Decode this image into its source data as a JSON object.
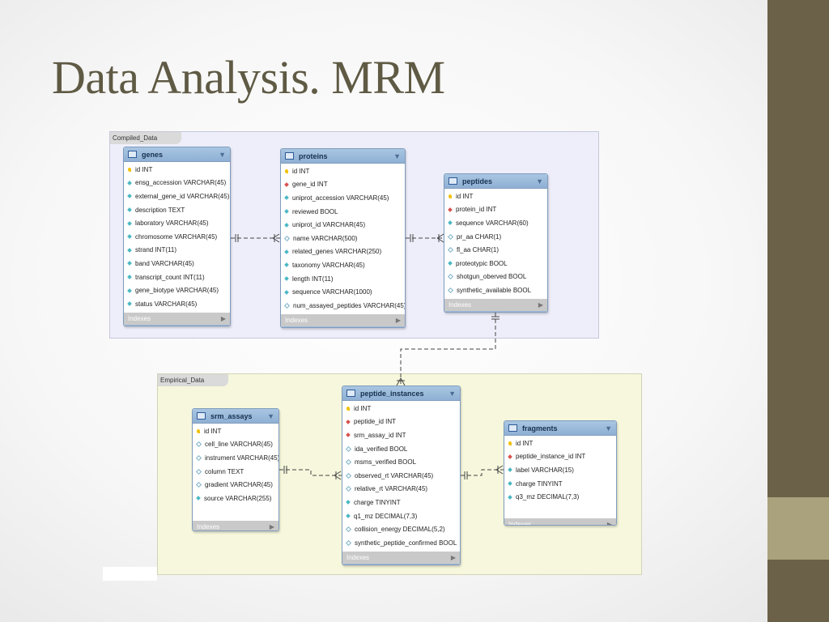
{
  "slide": {
    "title": "Data Analysis. MRM"
  },
  "regions": {
    "compiled": "Compiled_Data",
    "empirical": "Empirical_Data"
  },
  "legend": {
    "indexes_label": "Indexes"
  },
  "colors": {
    "sidebar": "#6b6048",
    "sidebar_accent": "#a9a27c",
    "title": "#5f5a44",
    "table_header": "#9bbad9",
    "compiled_region": "#eeeefa",
    "empirical_region": "#f6f7dc"
  },
  "icons": {
    "table": "table-icon",
    "collapse": "chevron-down-icon",
    "indexes": "chevron-right-icon",
    "pk": "key-icon",
    "fk": "foreign-key-diamond-icon",
    "not_null": "filled-diamond-icon",
    "nullable": "hollow-diamond-icon"
  },
  "tables": {
    "genes": {
      "name": "genes",
      "columns": [
        {
          "text": "id INT",
          "kind": "pk"
        },
        {
          "text": "ensg_accession VARCHAR(45)",
          "kind": "nn"
        },
        {
          "text": "external_gene_id VARCHAR(45)",
          "kind": "nn"
        },
        {
          "text": "description TEXT",
          "kind": "nn"
        },
        {
          "text": "laboratory VARCHAR(45)",
          "kind": "nn"
        },
        {
          "text": "chromosome VARCHAR(45)",
          "kind": "nn"
        },
        {
          "text": "strand INT(11)",
          "kind": "nn"
        },
        {
          "text": "band VARCHAR(45)",
          "kind": "nn"
        },
        {
          "text": "transcript_count INT(11)",
          "kind": "nn"
        },
        {
          "text": "gene_biotype VARCHAR(45)",
          "kind": "nn"
        },
        {
          "text": "status VARCHAR(45)",
          "kind": "nn"
        }
      ]
    },
    "proteins": {
      "name": "proteins",
      "columns": [
        {
          "text": "id INT",
          "kind": "pk"
        },
        {
          "text": "gene_id INT",
          "kind": "fk"
        },
        {
          "text": "uniprot_accession VARCHAR(45)",
          "kind": "nn"
        },
        {
          "text": "reviewed BOOL",
          "kind": "nn"
        },
        {
          "text": "uniprot_id VARCHAR(45)",
          "kind": "nn"
        },
        {
          "text": "name VARCHAR(500)",
          "kind": "nul"
        },
        {
          "text": "related_genes VARCHAR(250)",
          "kind": "nn"
        },
        {
          "text": "taxonomy VARCHAR(45)",
          "kind": "nn"
        },
        {
          "text": "length INT(11)",
          "kind": "nn"
        },
        {
          "text": "sequence VARCHAR(1000)",
          "kind": "nn"
        },
        {
          "text": "num_assayed_peptides VARCHAR(45)",
          "kind": "nul"
        }
      ]
    },
    "peptides": {
      "name": "peptides",
      "columns": [
        {
          "text": "id INT",
          "kind": "pk"
        },
        {
          "text": "protein_id INT",
          "kind": "fk"
        },
        {
          "text": "sequence VARCHAR(60)",
          "kind": "nn"
        },
        {
          "text": "pr_aa CHAR(1)",
          "kind": "nul"
        },
        {
          "text": "fl_aa CHAR(1)",
          "kind": "nul"
        },
        {
          "text": "proteotypic BOOL",
          "kind": "nn"
        },
        {
          "text": "shotgun_oberved BOOL",
          "kind": "nul"
        },
        {
          "text": "synthetic_available BOOL",
          "kind": "nul"
        }
      ]
    },
    "srm_assays": {
      "name": "srm_assays",
      "columns": [
        {
          "text": "id INT",
          "kind": "pk"
        },
        {
          "text": "cell_line VARCHAR(45)",
          "kind": "nul"
        },
        {
          "text": "instrument VARCHAR(45)",
          "kind": "nul"
        },
        {
          "text": "column TEXT",
          "kind": "nul"
        },
        {
          "text": "gradient VARCHAR(45)",
          "kind": "nul"
        },
        {
          "text": "source VARCHAR(255)",
          "kind": "nn"
        }
      ]
    },
    "peptide_instances": {
      "name": "peptide_instances",
      "columns": [
        {
          "text": "id INT",
          "kind": "pk"
        },
        {
          "text": "peptide_id INT",
          "kind": "fk"
        },
        {
          "text": "srm_assay_id INT",
          "kind": "fk"
        },
        {
          "text": "ida_verified BOOL",
          "kind": "nul"
        },
        {
          "text": "msms_verified BOOL",
          "kind": "nul"
        },
        {
          "text": "observed_rt VARCHAR(45)",
          "kind": "nul"
        },
        {
          "text": "relative_rt VARCHAR(45)",
          "kind": "nul"
        },
        {
          "text": "charge TINYINT",
          "kind": "nn"
        },
        {
          "text": "q1_mz DECIMAL(7,3)",
          "kind": "nn"
        },
        {
          "text": "collision_energy DECIMAL(5,2)",
          "kind": "nul"
        },
        {
          "text": "synthetic_peptide_confirmed BOOL",
          "kind": "nul"
        }
      ]
    },
    "fragments": {
      "name": "fragments",
      "columns": [
        {
          "text": "id INT",
          "kind": "pk"
        },
        {
          "text": "peptide_instance_id INT",
          "kind": "fk"
        },
        {
          "text": "label VARCHAR(15)",
          "kind": "nn"
        },
        {
          "text": "charge TINYINT",
          "kind": "nn"
        },
        {
          "text": "q3_mz DECIMAL(7,3)",
          "kind": "nn"
        }
      ]
    }
  }
}
